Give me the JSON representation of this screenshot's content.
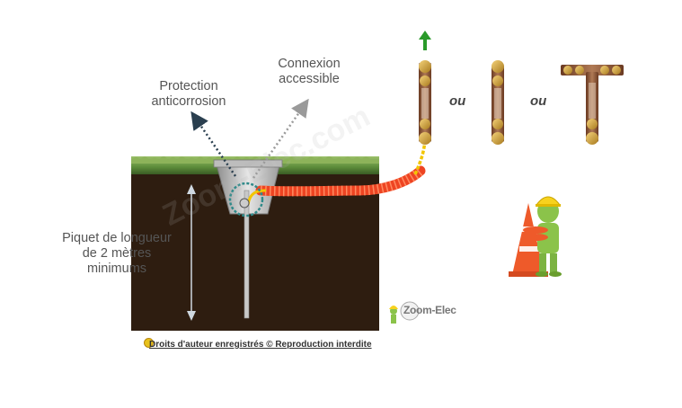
{
  "labels": {
    "protection_line1": "Protection",
    "protection_line2": "anticorrosion",
    "connexion_line1": "Connexion",
    "connexion_line2": "accessible",
    "piquet_line1": "Piquet de longueur",
    "piquet_line2": "de 2 mètres",
    "piquet_line3": "minimums",
    "ou_1": "ou",
    "ou_2": "ou"
  },
  "footer": {
    "caption": "Droits d'auteur enregistrés © Reproduction interdite",
    "brand": "Zoom-Elec",
    "watermark": "Zoom-Elec.com"
  },
  "icons": [
    "up-arrow-icon",
    "earth-bar-icon",
    "worker-with-cones-icon",
    "brand-logo-icon"
  ],
  "colors": {
    "grass": "#5c8c3a",
    "soil": "#2e1d10",
    "cable_red": "#ee4422",
    "earth_wire": "#f2c500",
    "arrow_green": "#2a9a2a",
    "arrow_dotted": "#9a9a9a"
  }
}
